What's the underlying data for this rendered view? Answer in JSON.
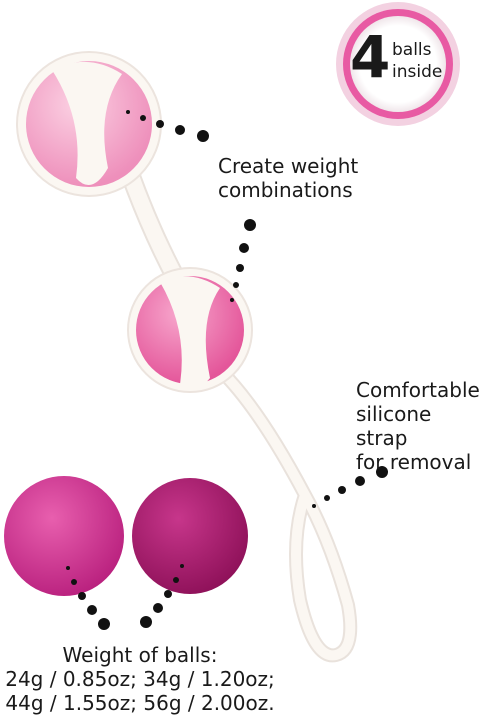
{
  "badge": {
    "number": "4",
    "line1": "balls",
    "line2": "inside",
    "ring_color": "#e85aa3"
  },
  "callouts": {
    "weights": [
      "Create weight",
      "combinations"
    ],
    "strap": [
      "Comfortable",
      "silicone strap",
      "for removal"
    ],
    "balls": {
      "title": "Weight of balls:",
      "line1": "24g / 0.85oz; 34g / 1.20oz;",
      "line2": "44g / 1.55oz; 56g / 2.00oz."
    }
  },
  "colors": {
    "ball_light_pink": "#f6a8c8",
    "ball_medium_pink": "#f07bb1",
    "ball_magenta": "#d22f8f",
    "ball_plum": "#b01a70",
    "silicone_white": "#fbf7f2",
    "dots": "#111111"
  }
}
